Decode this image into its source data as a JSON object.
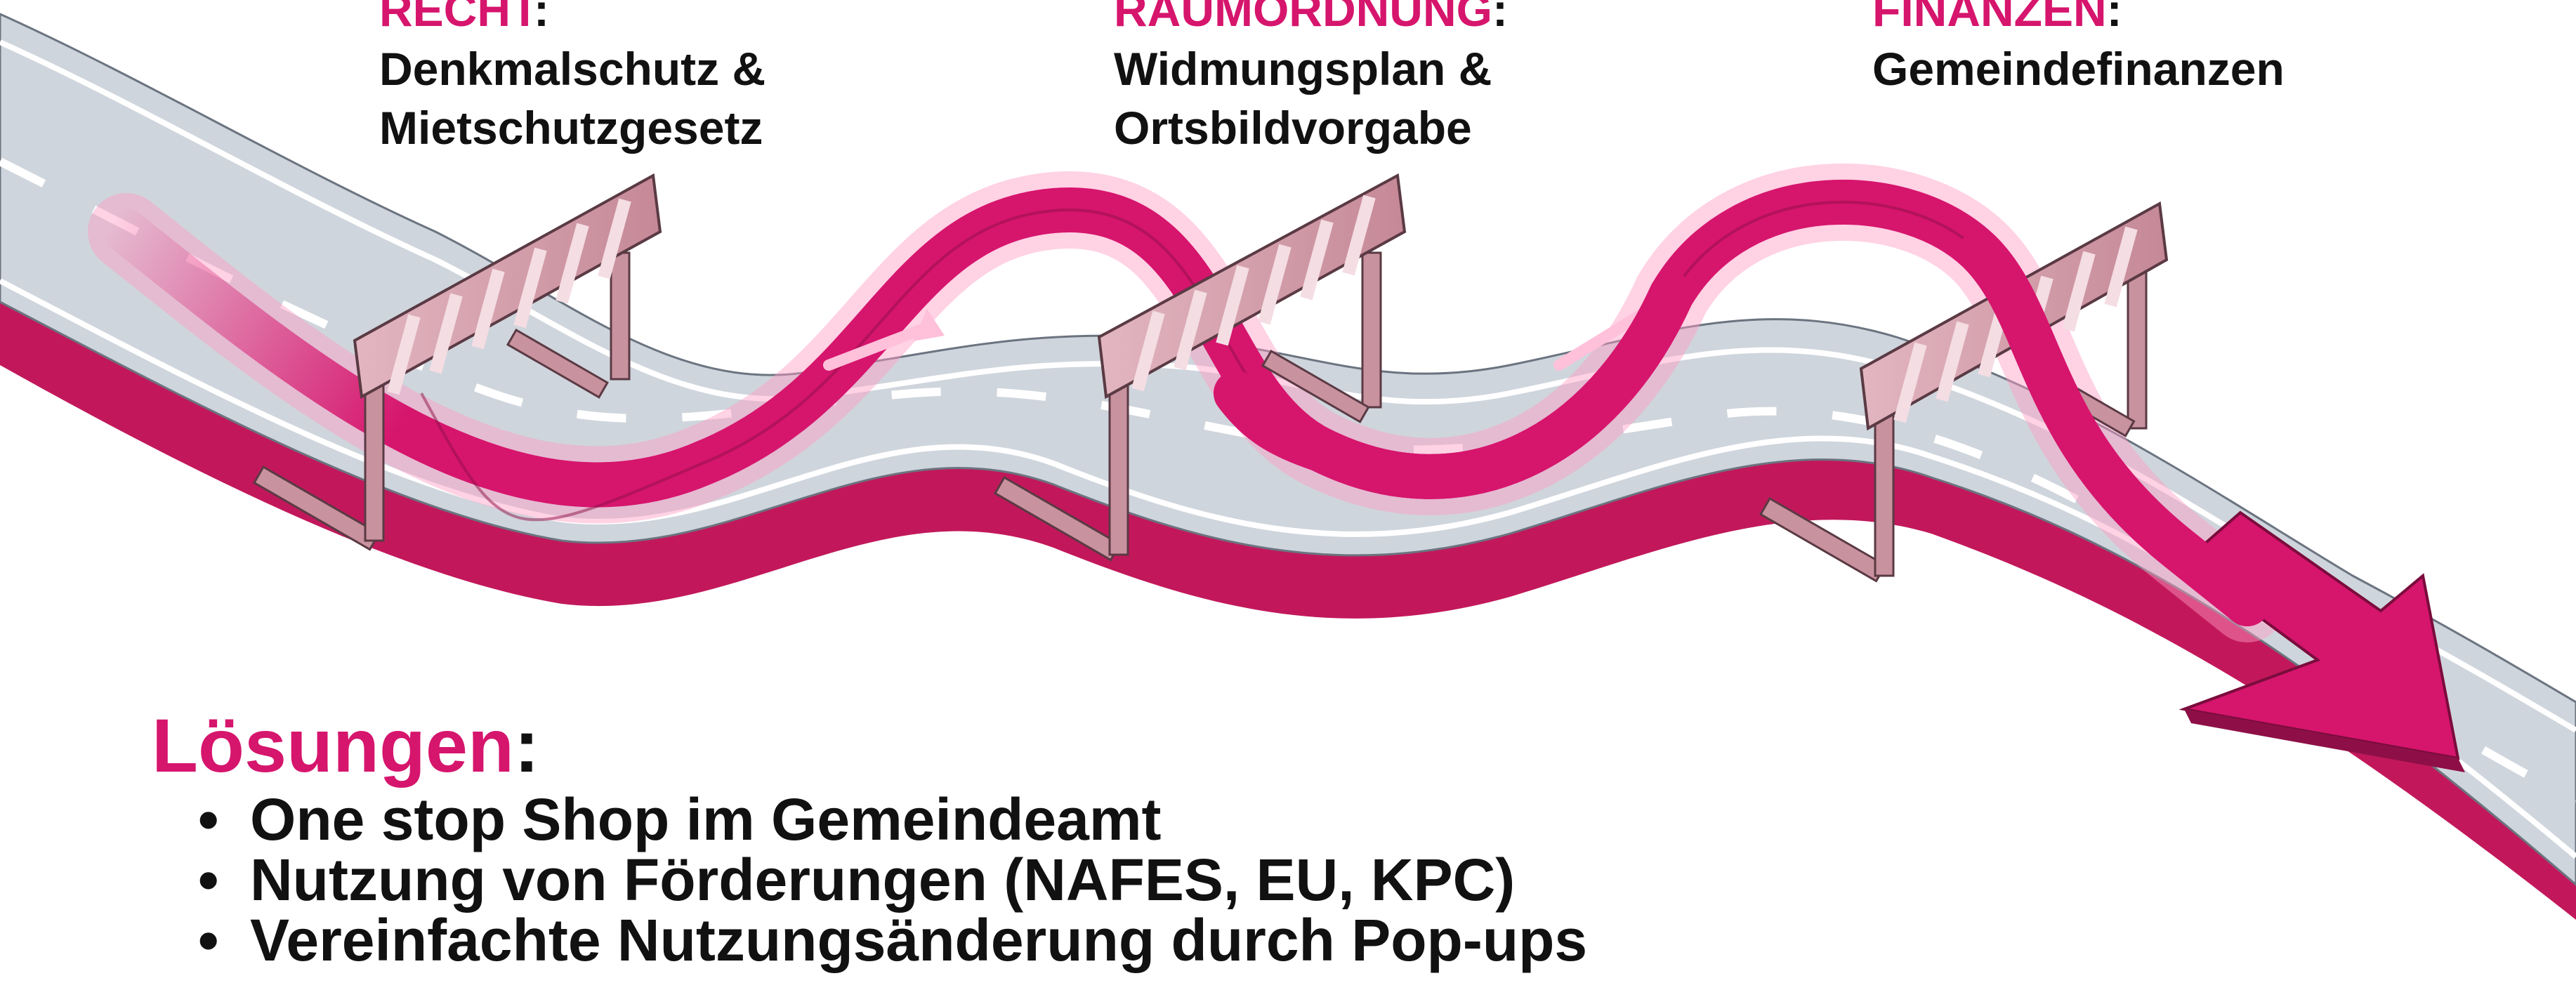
{
  "colors": {
    "accent": "#d6156d",
    "road": "#cfd5dc",
    "text": "#111111",
    "barrier": "#c9929f"
  },
  "hurdles": [
    {
      "category": "RECHT",
      "colon": ":",
      "lines": [
        "Denkmalschutz &",
        "Mietschutzgesetz"
      ]
    },
    {
      "category": "RAUMORDNUNG",
      "colon": ":",
      "lines": [
        "Widmungsplan &",
        "Ortsbildvorgabe"
      ]
    },
    {
      "category": "FINANZEN",
      "colon": ":",
      "lines": [
        "Gemeindefinanzen"
      ]
    }
  ],
  "solutions": {
    "title": "Lösungen",
    "colon": ":",
    "bullet": "•",
    "items": [
      "One stop Shop im Gemeindeamt",
      "Nutzung von Förderungen (NAFES, EU, KPC)",
      "Vereinfachte Nutzungsänderung durch Pop-ups"
    ]
  }
}
